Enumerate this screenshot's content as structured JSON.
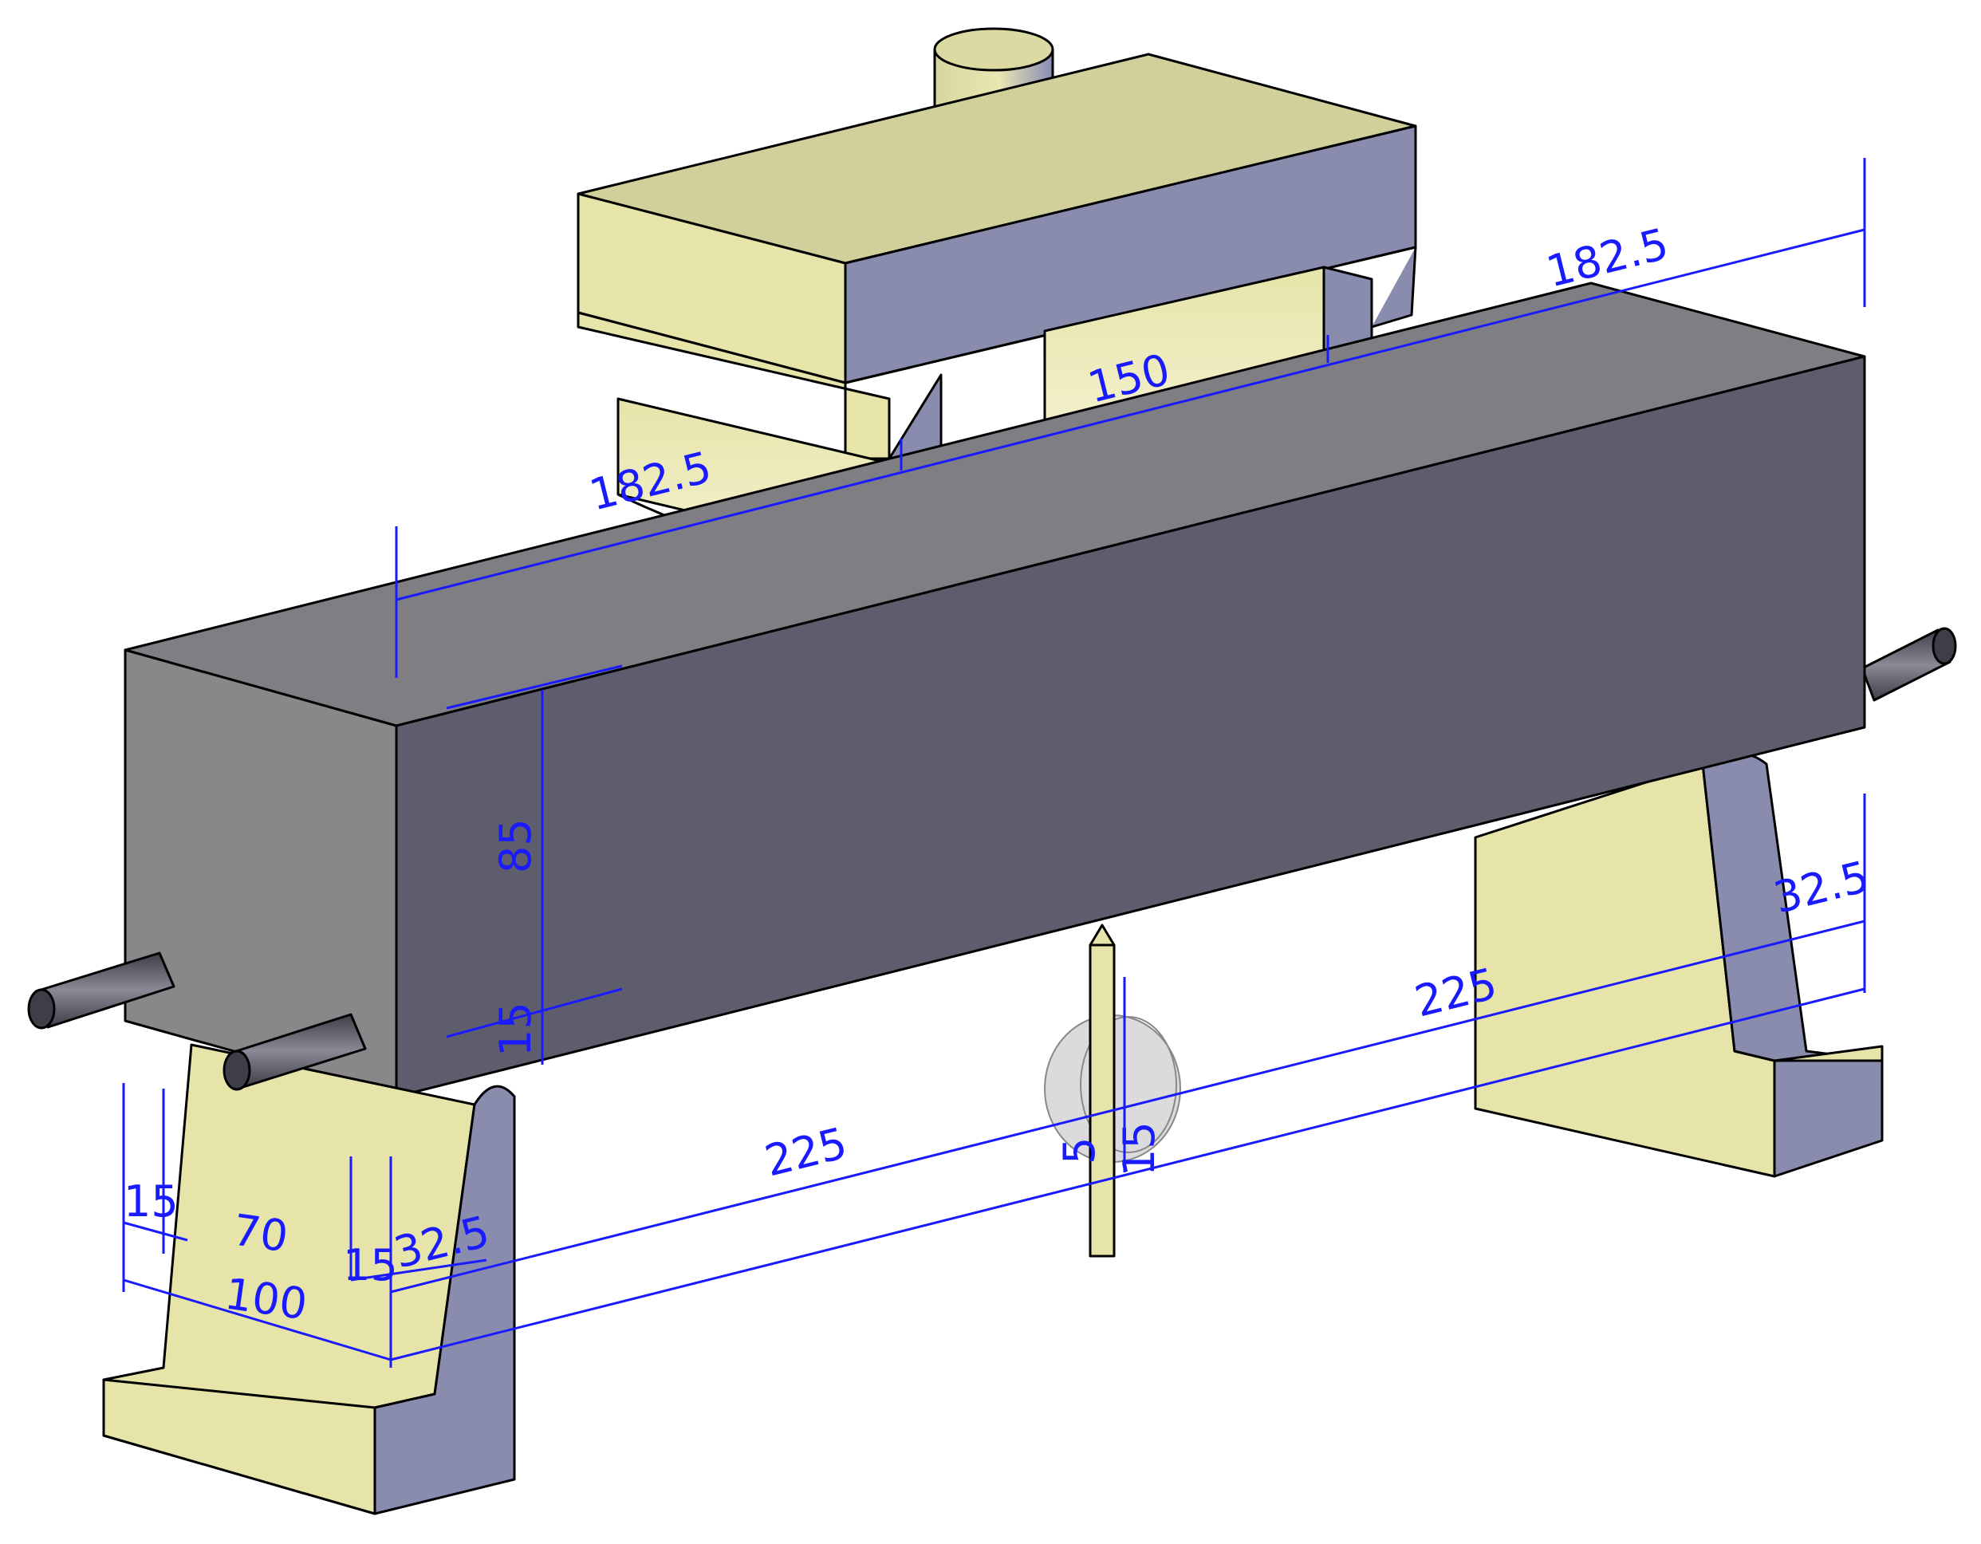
{
  "diagram": {
    "components": [
      "concrete-beam",
      "loading-head",
      "left-support",
      "right-support",
      "left-rod",
      "right-rod",
      "dial-gauge"
    ],
    "dimension_labels": {
      "top_left": "182.5",
      "top_middle": "150",
      "top_right": "182.5",
      "height": "85",
      "bottom_offset": "15",
      "mid_small": "5",
      "mid_small2": "15",
      "span_left": "225",
      "span_right": "225",
      "right_overhang": "32.5",
      "left_overhang": "32.5",
      "support_15a": "15",
      "support_70": "70",
      "support_15b": "15",
      "support_100": "100"
    },
    "colors": {
      "beam_front": "#5e5d6e",
      "beam_top": "#7f7e83",
      "beam_end": "#898789",
      "yellow_face": "#e6e4a9",
      "blue_face": "#8a8cae",
      "dimension": "#1a1aff"
    }
  }
}
